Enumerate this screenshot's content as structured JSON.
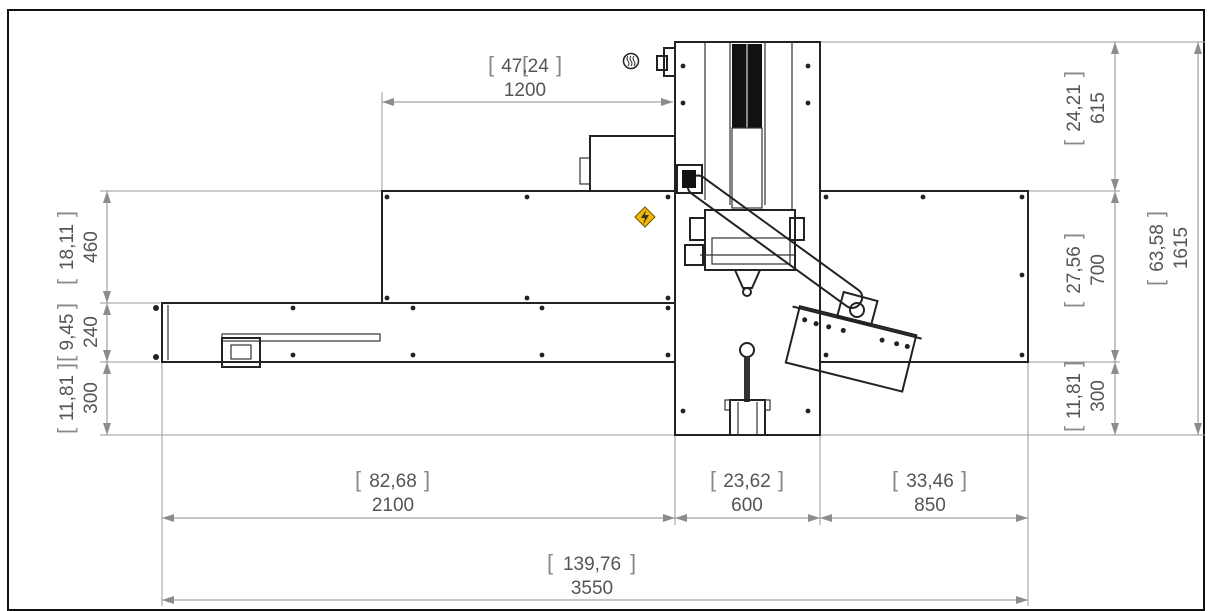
{
  "dimensions": {
    "top_offset": {
      "inch": "47,24",
      "mm": "1200"
    },
    "width_left": {
      "inch": "82,68",
      "mm": "2100"
    },
    "width_center": {
      "inch": "23,62",
      "mm": "600"
    },
    "width_right": {
      "inch": "33,46",
      "mm": "850"
    },
    "width_total": {
      "inch": "139,76",
      "mm": "3550"
    },
    "left_upper": {
      "inch": "18,11",
      "mm": "460"
    },
    "left_middle": {
      "inch": "9,45",
      "mm": "240"
    },
    "left_lower": {
      "inch": "11,81",
      "mm": "300"
    },
    "right_top": {
      "inch": "24,21",
      "mm": "615"
    },
    "right_middle": {
      "inch": "27,56",
      "mm": "700"
    },
    "right_lower": {
      "inch": "11,81",
      "mm": "300"
    },
    "height_total": {
      "inch": "63,58",
      "mm": "1615"
    }
  },
  "symbols": {
    "warning_color": "#f5b800",
    "warning_icon": "electrical-hazard-icon",
    "heater_icon": "heat-symbol-icon"
  }
}
